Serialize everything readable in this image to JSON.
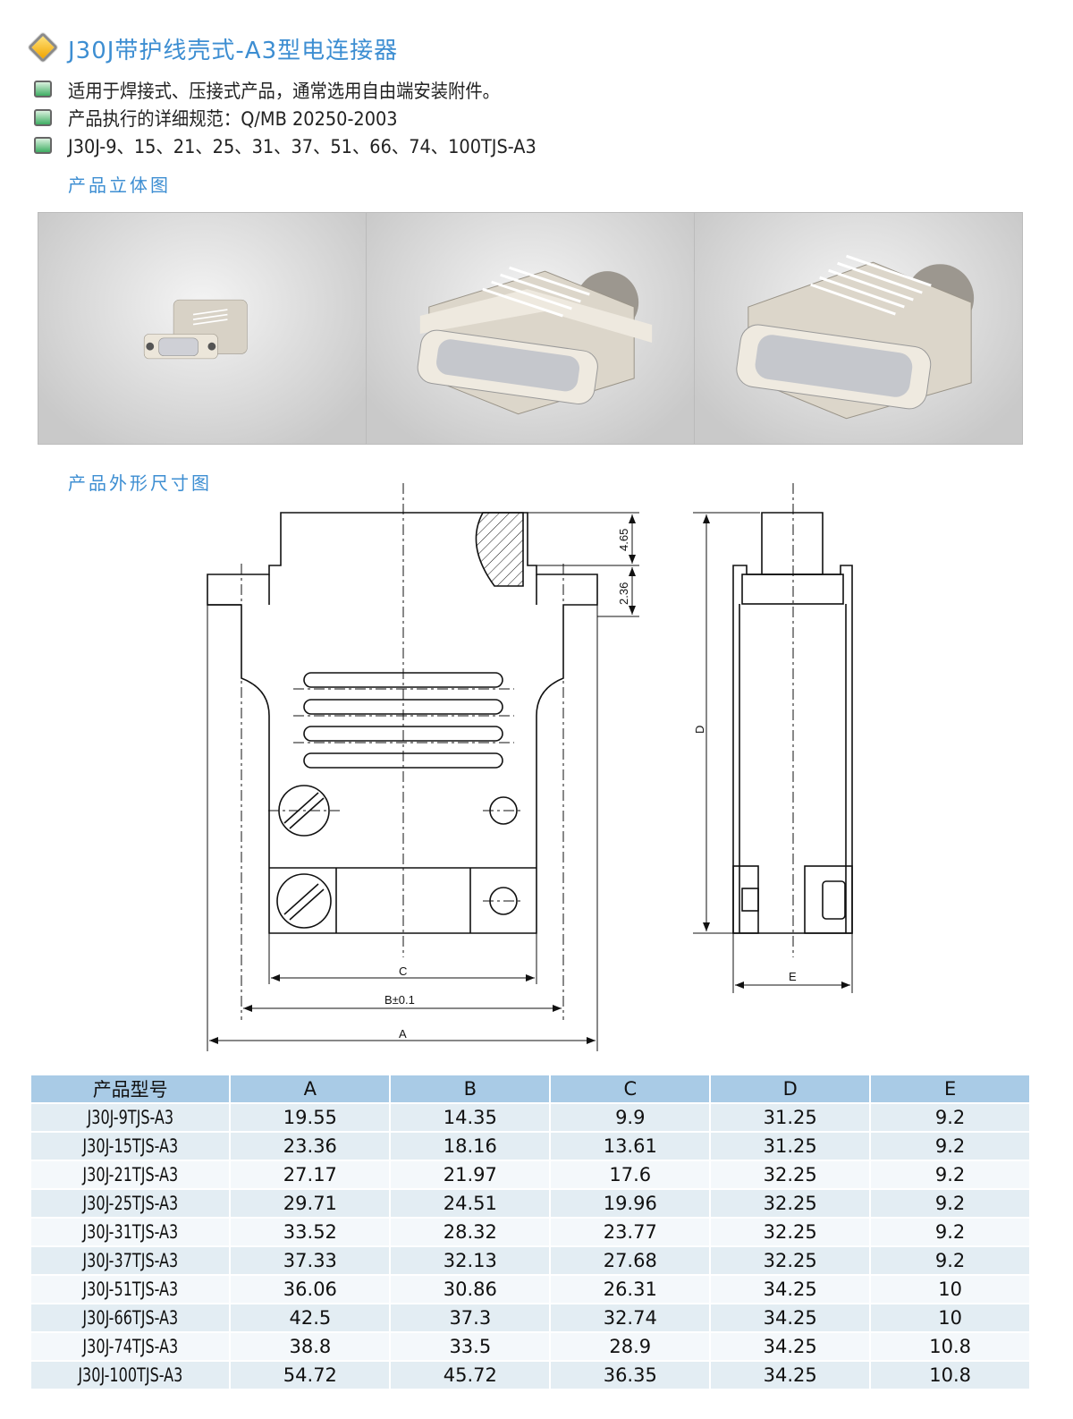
{
  "title": "J30J带护线壳式-A3型电连接器",
  "bullets": [
    "适用于焊接式、压接式产品，通常选用自由端安装附件。",
    "产品执行的详细规范：Q/MB 20250-2003",
    "J30J-9、15、21、25、31、37、51、66、74、100TJS-A3"
  ],
  "section_3d": "产品立体图",
  "section_dims": "产品外形尺寸图",
  "dims": {
    "d465": "4.65",
    "d236": "2.36",
    "D": "D",
    "C": "C",
    "B": "B±0.1",
    "A": "A",
    "E": "E"
  },
  "table": {
    "headers": [
      "产品型号",
      "A",
      "B",
      "C",
      "D",
      "E"
    ],
    "rows": [
      [
        "J30J-9TJS-A3",
        "19.55",
        "14.35",
        "9.9",
        "31.25",
        "9.2"
      ],
      [
        "J30J-15TJS-A3",
        "23.36",
        "18.16",
        "13.61",
        "31.25",
        "9.2"
      ],
      [
        "J30J-21TJS-A3",
        "27.17",
        "21.97",
        "17.6",
        "32.25",
        "9.2"
      ],
      [
        "J30J-25TJS-A3",
        "29.71",
        "24.51",
        "19.96",
        "32.25",
        "9.2"
      ],
      [
        "J30J-31TJS-A3",
        "33.52",
        "28.32",
        "23.77",
        "32.25",
        "9.2"
      ],
      [
        "J30J-37TJS-A3",
        "37.33",
        "32.13",
        "27.68",
        "32.25",
        "9.2"
      ],
      [
        "J30J-51TJS-A3",
        "36.06",
        "30.86",
        "26.31",
        "34.25",
        "10"
      ],
      [
        "J30J-66TJS-A3",
        "42.5",
        "37.3",
        "32.74",
        "34.25",
        "10"
      ],
      [
        "J30J-74TJS-A3",
        "38.8",
        "33.5",
        "28.9",
        "34.25",
        "10.8"
      ],
      [
        "J30J-100TJS-A3",
        "54.72",
        "45.72",
        "36.35",
        "34.25",
        "10.8"
      ]
    ]
  },
  "colors": {
    "accent": "#3d8ed2",
    "header_bg": "#a9cbe6",
    "row_alt": "#e3edf3"
  }
}
